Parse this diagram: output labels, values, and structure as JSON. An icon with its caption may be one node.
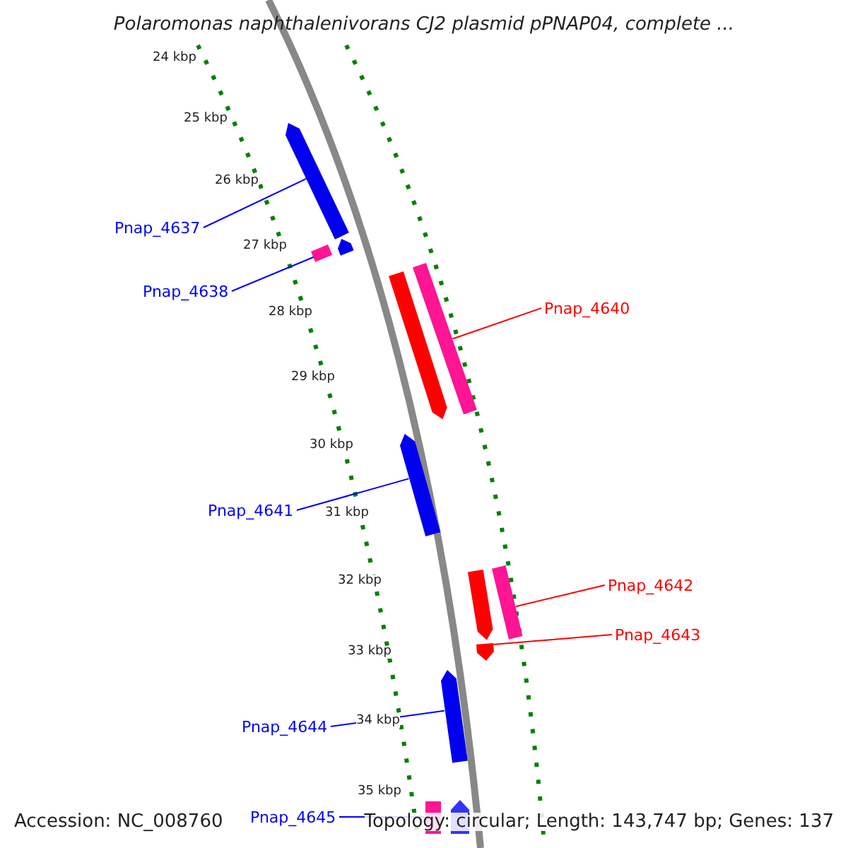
{
  "diagram": {
    "title": "Polaromonas naphthalenivorans CJ2 plasmid pPNAP04, complete ...",
    "nodes": [
      {
        "text": [
          "Pnap_4637"
        ]
      },
      {
        "text": [],
        "shape": "arrow"
      },
      {
        "text": [],
        "shape": "bar"
      },
      {
        "text": [],
        "shape": "arrow"
      },
      {
        "text": [
          "Pnap_4638"
        ]
      },
      {
        "text": [],
        "shape": "arrow"
      },
      {
        "text": [],
        "shape": "bar"
      },
      {
        "text": [
          "Pnap_4640"
        ]
      },
      {
        "text": [],
        "shape": "arrow"
      },
      {
        "text": [
          "Pnap_4641"
        ]
      },
      {
        "text": [],
        "shape": "arrow"
      },
      {
        "text": [],
        "shape": "bar"
      },
      {
        "text": [
          "Pnap_4642"
        ]
      },
      {
        "text": [],
        "shape": "arrow"
      },
      {
        "text": [
          "Pnap_4643"
        ]
      },
      {
        "text": [],
        "shape": "arrow"
      },
      {
        "text": [
          "Pnap_4644"
        ]
      },
      {
        "text": [
          "Pnap_4645"
        ]
      },
      {
        "text": [],
        "shape": "bar"
      },
      {
        "text": [],
        "shape": "arrow"
      }
    ],
    "edges": [
      {
        "from": 0,
        "to": 1,
        "arrow": "none"
      },
      {
        "from": 4,
        "to": 2,
        "arrow": "none"
      },
      {
        "from": 7,
        "to": 6,
        "arrow": "none",
        "color": "#ff0000"
      },
      {
        "from": 9,
        "to": 8,
        "arrow": "none"
      },
      {
        "from": 12,
        "to": 11,
        "arrow": "none",
        "color": "#ff0000"
      },
      {
        "from": 14,
        "to": 13,
        "arrow": "none",
        "color": "#ff0000"
      },
      {
        "from": 16,
        "to": 15,
        "arrow": "none"
      },
      {
        "from": 17,
        "to": 18,
        "arrow": "none"
      }
    ],
    "labels": [
      "24 kbp",
      "25 kbp",
      "26 kbp",
      "27 kbp",
      "28 kbp",
      "29 kbp",
      "30 kbp",
      "31 kbp",
      "32 kbp",
      "33 kbp",
      "34 kbp",
      "35 kbp",
      "Accession: NC_008760",
      "Topology: circular; Length: 143,747 bp; Genes: 137"
    ]
  }
}
